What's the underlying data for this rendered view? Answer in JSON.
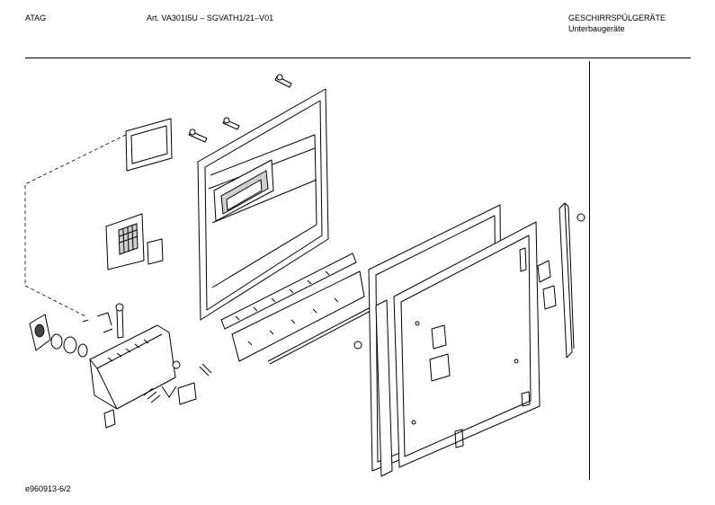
{
  "header": {
    "brand": "ATAG",
    "article": "Art. VA301I5U – SGVATH1/21–V01",
    "category": "GESCHIRRSPÜLGERÄTE",
    "subcategory": "Unterbaugeräte"
  },
  "footer": {
    "drawing_number": "e960913-6/2"
  }
}
